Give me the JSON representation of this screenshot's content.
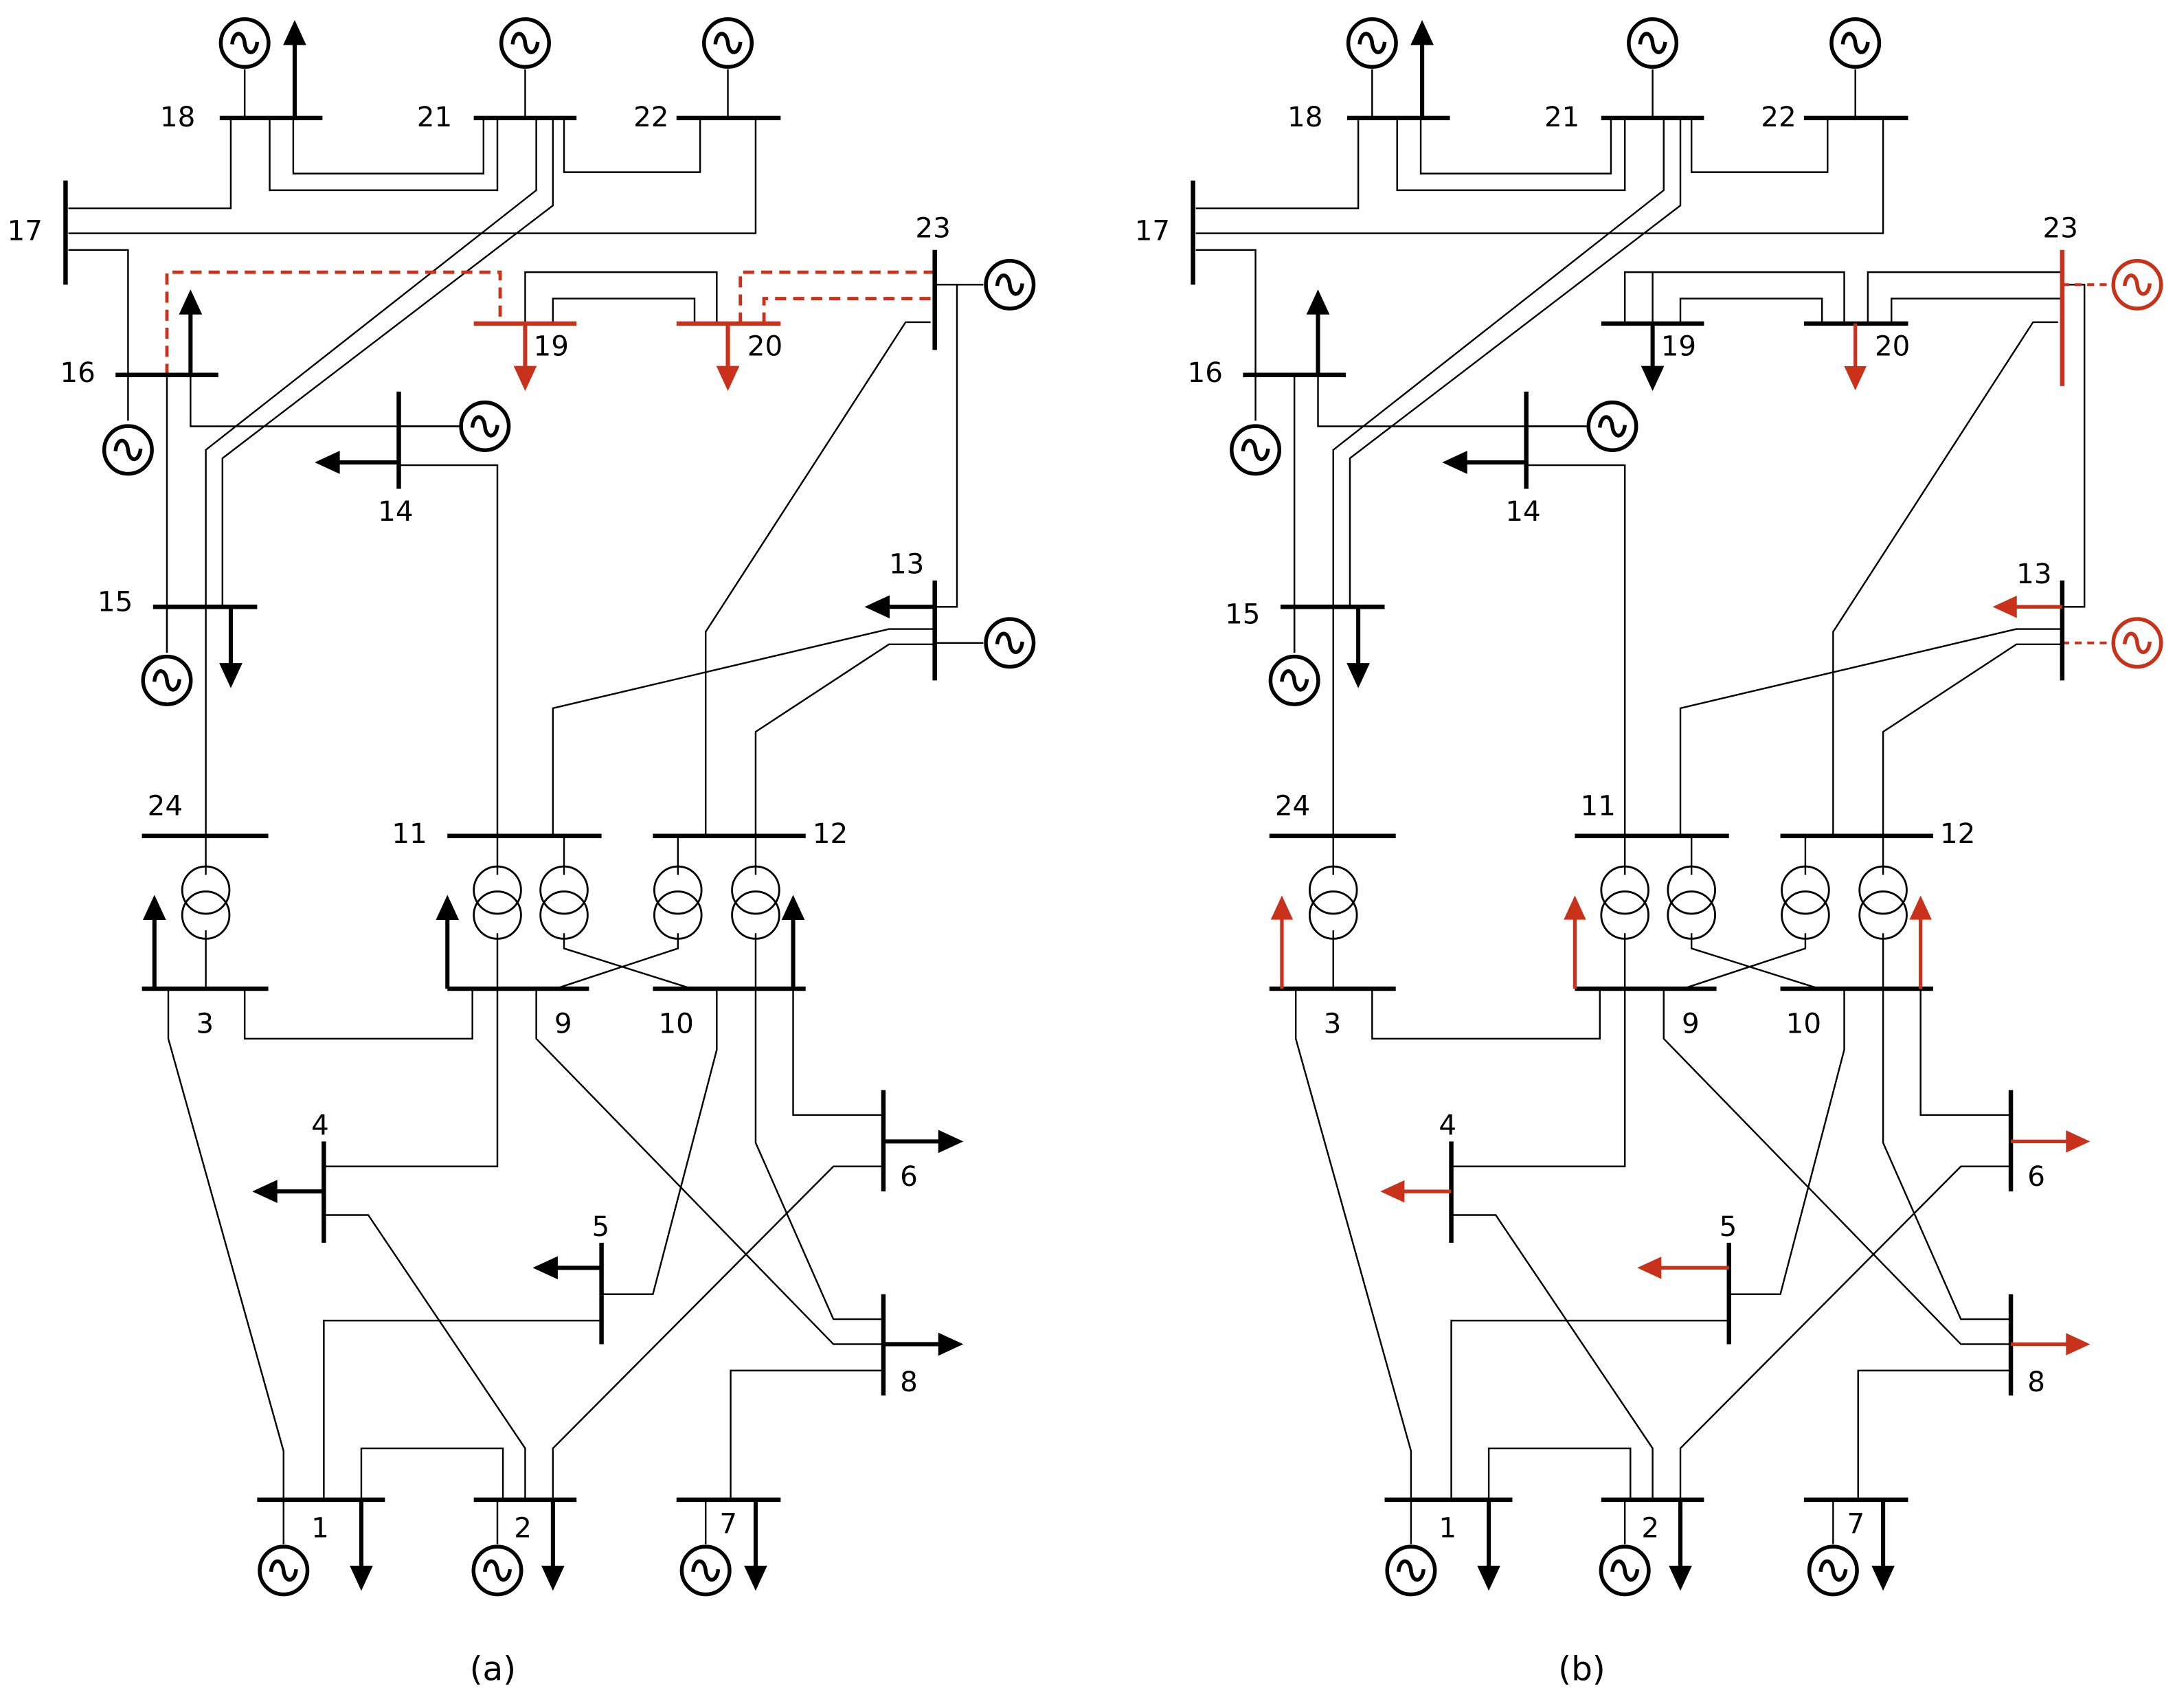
{
  "colors": {
    "line": "#000000",
    "highlight": "#c8321a"
  },
  "panels": [
    {
      "caption": "(a)"
    },
    {
      "caption": "(b)"
    }
  ],
  "bus_labels": {
    "1": "1",
    "2": "2",
    "3": "3",
    "4": "4",
    "5": "5",
    "6": "6",
    "7": "7",
    "8": "8",
    "9": "9",
    "10": "10",
    "11": "11",
    "12": "12",
    "13": "13",
    "14": "14",
    "15": "15",
    "16": "16",
    "17": "17",
    "18": "18",
    "19": "19",
    "20": "20",
    "21": "21",
    "22": "22",
    "23": "23",
    "24": "24"
  },
  "highlighted": {
    "a": {
      "lines": [
        "16-19",
        "20-23"
      ],
      "buses": [
        "19",
        "20"
      ]
    },
    "b": {
      "generators": [
        "23",
        "13"
      ],
      "buses": [
        "23"
      ],
      "loads": [
        "13",
        "20",
        "4",
        "5",
        "6",
        "8"
      ],
      "transformer_arrows": [
        "3",
        "9",
        "10"
      ]
    }
  }
}
